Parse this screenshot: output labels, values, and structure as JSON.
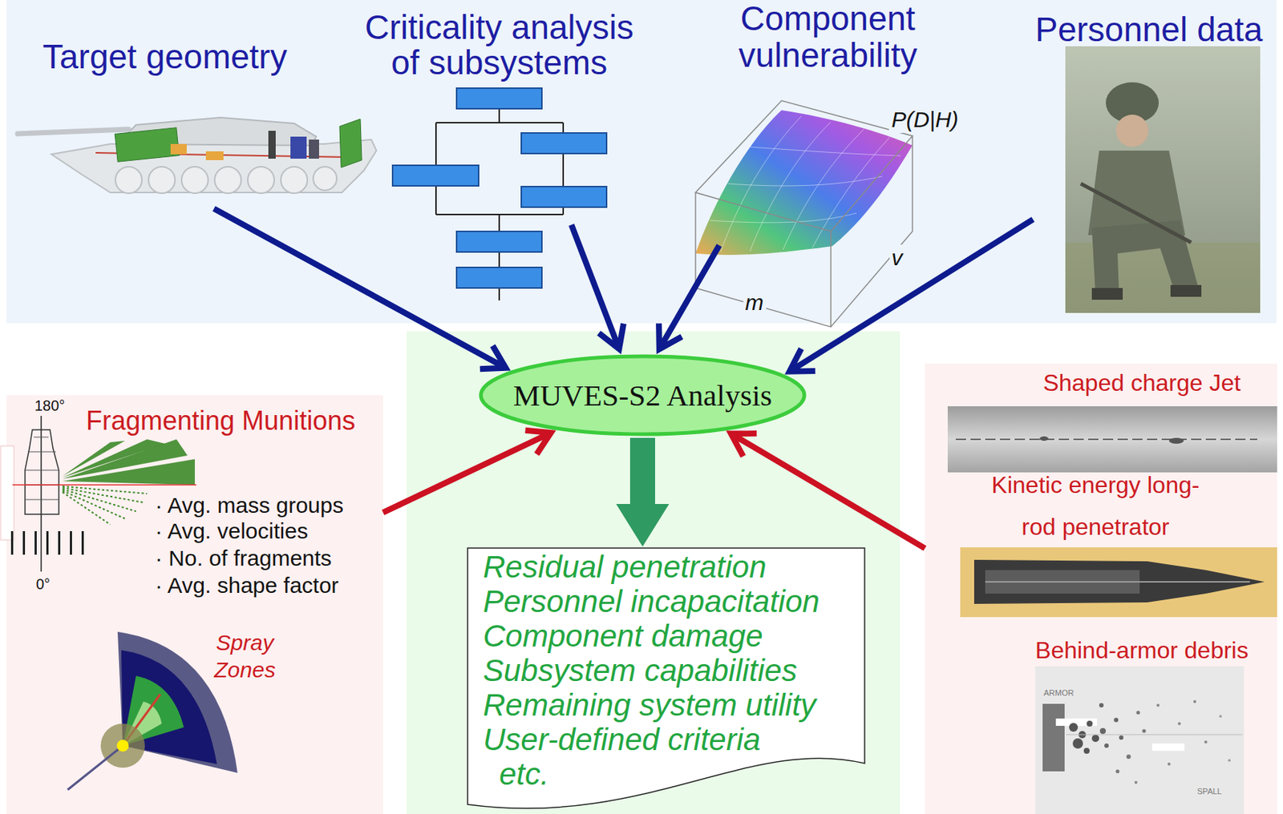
{
  "diagram": {
    "nodes": [
      {
        "text": [
          "Target geometry"
        ]
      },
      {
        "text": [
          "Criticality analysis of subsystems"
        ]
      },
      {
        "text": [
          "Component vulnerability"
        ]
      },
      {
        "text": [
          "Personnel data"
        ]
      },
      {
        "text": [
          "MUVES-S2 Analysis"
        ]
      },
      {
        "text": [
          "180°",
          "Fragmenting Munitions",
          "· Avg. mass groups",
          "· Avg. velocities",
          "· No. of fragments",
          "· Avg. shape factor",
          "0°",
          "Spray Zones"
        ]
      },
      {
        "text": [
          "Shaped charge Jet",
          "Kinetic energy long-rod penetrator",
          "Behind-armor debris"
        ]
      },
      {
        "text": [
          "Residual penetration",
          "Personnel incapacitation",
          "Component damage",
          "Subsystem capabilities",
          "Remaining system utility",
          "User-defined criteria",
          "etc."
        ]
      }
    ],
    "edges": [
      {
        "from": 0,
        "to": 4,
        "arrow": "to"
      },
      {
        "from": 1,
        "to": 4,
        "arrow": "to"
      },
      {
        "from": 2,
        "to": 4,
        "arrow": "to"
      },
      {
        "from": 3,
        "to": 4,
        "arrow": "to"
      },
      {
        "from": 5,
        "to": 4,
        "arrow": "to"
      },
      {
        "from": 6,
        "to": 4,
        "arrow": "to"
      },
      {
        "from": 4,
        "to": 7,
        "arrow": "to"
      }
    ],
    "labels": [
      "P(D|H)",
      "v",
      "m",
      "ARMOR",
      "SPALL"
    ]
  }
}
